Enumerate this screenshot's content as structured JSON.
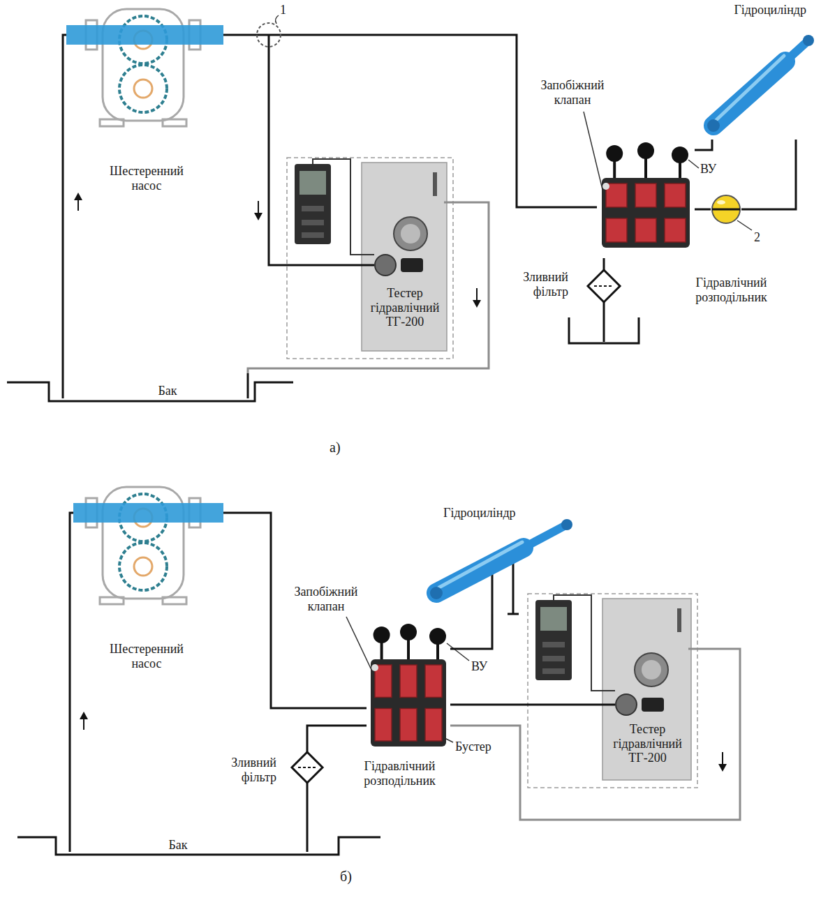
{
  "diagram": {
    "nodes": [
      {
        "text": [
          "Шестеренний насос"
        ]
      },
      {
        "text": [
          "1"
        ]
      },
      {
        "text": [
          "Тестер гідравлічний ТГ-200"
        ]
      },
      {
        "text": [
          "Гідравлічний розподільник"
        ]
      },
      {
        "text": [
          "Гідроциліндр"
        ]
      },
      {
        "text": [
          "2"
        ]
      },
      {
        "text": [
          "Зливний фільтр"
        ]
      },
      {
        "text": [
          "Бак"
        ]
      },
      {
        "text": [
          "Шестеренний насос"
        ]
      },
      {
        "text": [
          "Гідроциліндр"
        ]
      },
      {
        "text": [
          "Гідравлічний розподільник"
        ]
      },
      {
        "text": [
          "Тестер гідравлічний ТГ-200"
        ]
      },
      {
        "text": [
          "Зливний фільтр"
        ]
      },
      {
        "text": [
          "Бак"
        ]
      }
    ],
    "edges": [
      {
        "from": 7,
        "to": 0,
        "arrow": "none"
      },
      {
        "from": 0,
        "to": 1,
        "arrow": "none"
      },
      {
        "from": 1,
        "to": 3,
        "arrow": "none"
      },
      {
        "from": 1,
        "to": 2,
        "arrow": "none"
      },
      {
        "from": 2,
        "to": 7,
        "arrow": "none"
      },
      {
        "from": 3,
        "to": 4,
        "arrow": "none"
      },
      {
        "from": 4,
        "to": 5,
        "arrow": "none"
      },
      {
        "from": 5,
        "to": 3,
        "arrow": "none"
      },
      {
        "from": 3,
        "to": 6,
        "arrow": "none"
      },
      {
        "from": 13,
        "to": 8,
        "arrow": "none"
      },
      {
        "from": 8,
        "to": 10,
        "arrow": "none"
      },
      {
        "from": 10,
        "to": 9,
        "arrow": "none"
      },
      {
        "from": 10,
        "to": 11,
        "arrow": "none"
      },
      {
        "from": 11,
        "to": 10,
        "arrow": "none"
      },
      {
        "from": 10,
        "to": 12,
        "arrow": "none"
      },
      {
        "from": 12,
        "to": 13,
        "arrow": "none"
      }
    ],
    "labels": [
      "Запобіжний клапан",
      "ВУ",
      "а)",
      "Запобіжний клапан",
      "ВУ",
      "Бустер",
      "б)"
    ]
  }
}
